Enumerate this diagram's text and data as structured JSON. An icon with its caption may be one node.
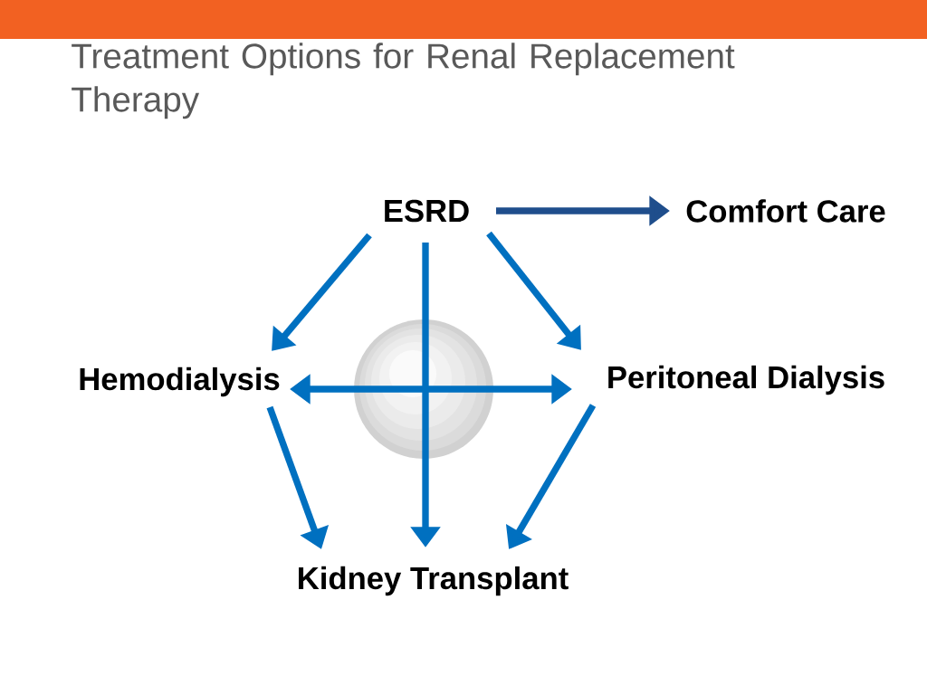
{
  "diagram": {
    "title": "Treatment Options for Renal Replacement Therapy",
    "nodes": [
      {
        "text": [
          "ESRD"
        ]
      },
      {
        "text": [
          "Comfort Care"
        ]
      },
      {
        "text": [
          "Hemodialysis"
        ]
      },
      {
        "text": [
          "Peritoneal Dialysis"
        ]
      },
      {
        "text": [
          "Kidney Transplant"
        ]
      }
    ],
    "edges": [
      {
        "from": 0,
        "to": 1,
        "arrow": "to",
        "color": "#1f4e8c"
      },
      {
        "from": 0,
        "to": 2,
        "arrow": "to"
      },
      {
        "from": 0,
        "to": 3,
        "arrow": "to"
      },
      {
        "from": 0,
        "to": 4,
        "arrow": "to"
      },
      {
        "from": 2,
        "to": 3,
        "arrow": "both"
      },
      {
        "from": 2,
        "to": 4,
        "arrow": "to"
      },
      {
        "from": 3,
        "to": 4,
        "arrow": "to"
      }
    ]
  }
}
